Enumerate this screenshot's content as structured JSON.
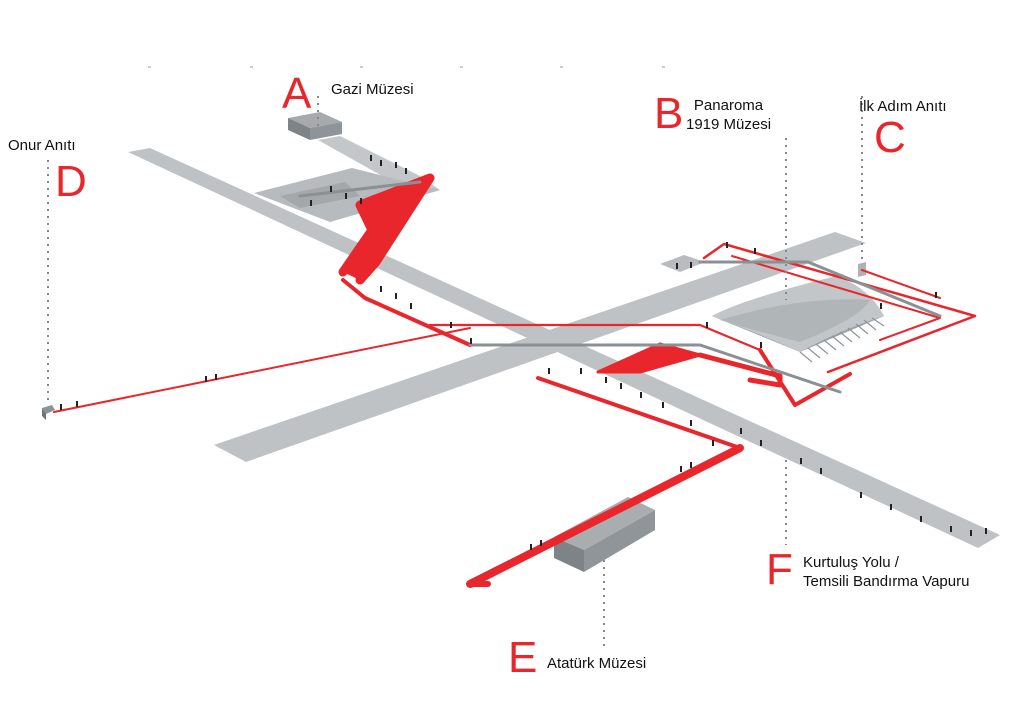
{
  "landmarks": {
    "A": {
      "letter": "A",
      "lines": [
        "Gazi Müzesi"
      ]
    },
    "B": {
      "letter": "B",
      "lines": [
        "Panaroma",
        "1919 Müzesi"
      ]
    },
    "C": {
      "letter": "C",
      "lines": [
        "İlk Adım Anıtı"
      ]
    },
    "D": {
      "letter": "D",
      "lines": [
        "Onur Anıtı"
      ]
    },
    "E": {
      "letter": "E",
      "lines": [
        "Atatürk Müzesi"
      ]
    },
    "F": {
      "letter": "F",
      "lines": [
        "Kurtuluş Yolu /",
        "Temsili Bandırma Vapuru"
      ]
    }
  },
  "colors": {
    "route": "#e8262b",
    "route_dark": "#b3161b",
    "platform": "#bfc2c4",
    "platform_edge": "#a3a7aa",
    "building": "#9da2a6",
    "building_dark": "#7d8387",
    "leader": "#888888",
    "label_letter": "#e8262b",
    "label_text": "#111111"
  }
}
